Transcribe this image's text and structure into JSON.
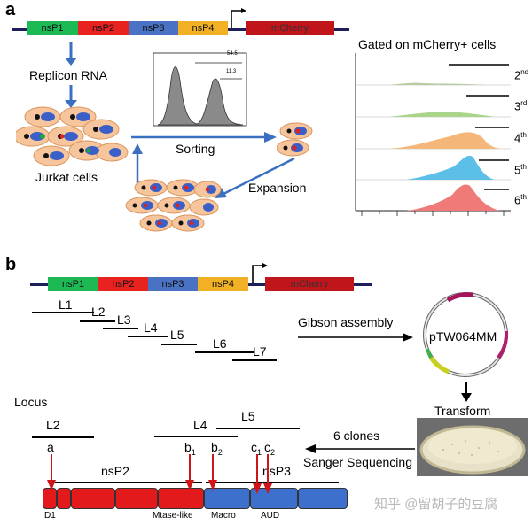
{
  "panel_a": {
    "letter": "a",
    "construct": {
      "genes": [
        {
          "label": "nsP1",
          "color": "#1db954"
        },
        {
          "label": "nsP2",
          "color": "#e8221f"
        },
        {
          "label": "nsP3",
          "color": "#4a72c4"
        },
        {
          "label": "nsP4",
          "color": "#f2b125"
        },
        {
          "label": "mCherry",
          "color": "#c1151c"
        }
      ]
    },
    "replicon_label": "Replicon RNA",
    "jurkat_label": "Jurkat cells",
    "sorting_label": "Sorting",
    "expansion_label": "Expansion",
    "gate_value_1": "54.5",
    "gate_value_2": "11.3",
    "gated_title": "Gated on mCherry+ cells",
    "rounds": [
      {
        "num": "2",
        "sup": "nd",
        "color": "#b9c9a0"
      },
      {
        "num": "3",
        "sup": "rd",
        "color": "#a9d48a"
      },
      {
        "num": "4",
        "sup": "th",
        "color": "#f5b67a"
      },
      {
        "num": "5",
        "sup": "th",
        "color": "#5bbfe8"
      },
      {
        "num": "6",
        "sup": "th",
        "color": "#f07a78"
      }
    ]
  },
  "panel_b": {
    "letter": "b",
    "construct": {
      "genes": [
        {
          "label": "nsP1",
          "color": "#1db954"
        },
        {
          "label": "nsP2",
          "color": "#e8221f"
        },
        {
          "label": "nsP3",
          "color": "#4a72c4"
        },
        {
          "label": "nsP4",
          "color": "#f2b125"
        },
        {
          "label": "mCherry",
          "color": "#c1151c"
        }
      ]
    },
    "fragments": [
      "L1",
      "L2",
      "L3",
      "L4",
      "L5",
      "L6",
      "L7"
    ],
    "gibson_label": "Gibson assembly",
    "plasmid_label": "pTW064MM",
    "transform_label": "Transform",
    "clones_label": "6 clones",
    "sanger_label": "Sanger Sequencing",
    "locus_label": "Locus",
    "locus_fragments": [
      "L2",
      "L4",
      "L5"
    ],
    "sites": {
      "a": "a",
      "b1": "b",
      "b1_sub": "1",
      "b2": "b",
      "b2_sub": "2",
      "c1": "c",
      "c1_sub": "1",
      "c2": "c",
      "c2_sub": "2"
    },
    "nsp2_label": "nsP2",
    "nsp3_label": "nsP3",
    "domain_labels": {
      "d1": "D1",
      "mtase": "Mtase-like",
      "macro": "Macro",
      "aud": "AUD"
    }
  },
  "watermark": "知乎 @留胡子的豆腐",
  "colors": {
    "red_segment": "#e31a1c",
    "blue_segment": "#3d6fcc",
    "arrow": "#3b6fbf",
    "red_arrow": "#d0151a",
    "line": "#1c1f5a"
  }
}
